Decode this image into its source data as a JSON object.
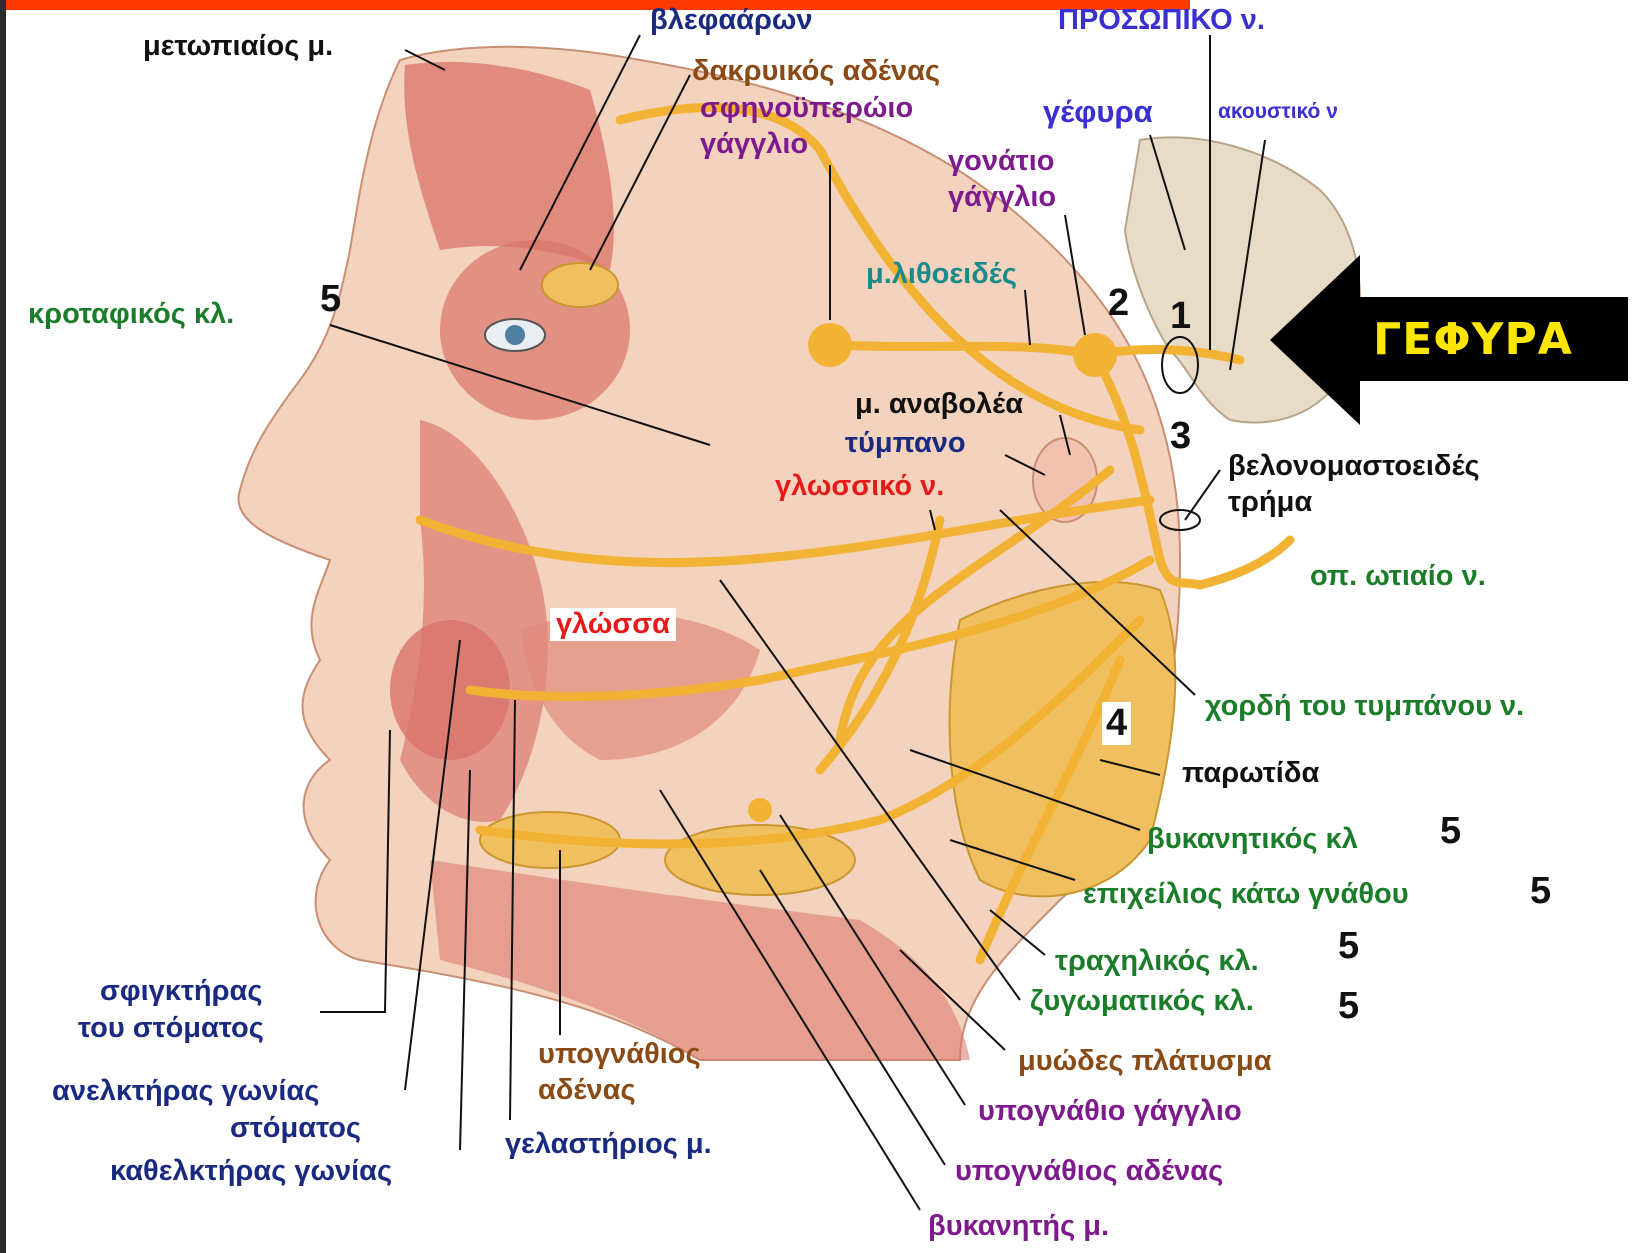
{
  "colors": {
    "nerve": "#f2b233",
    "muscle": "#d9736a",
    "gland": "#f0c060",
    "brainstem": "#e8dcc8",
    "skin": "#f3d3bd",
    "accent_bar": "#ff3a00",
    "tag_bg": "#000000",
    "tag_text": "#ffe600"
  },
  "labels": {
    "metopiaios": "μετωπιαίος μ.",
    "blefaron": "βλεφαάρων",
    "prosopiko": "ΠΡΟΣΩΠΙΚΟ ν.",
    "dakryikos": "δακρυικός αδένας",
    "sfinoyperoio_1": "σφηνοϋπερώιο",
    "sfinoyperoio_2": "γάγγλιο",
    "gefyra_small": "γέφυρα",
    "akoustiko": "ακουστικό ν",
    "gonatio_1": "γονάτιο",
    "gonatio_2": "γάγγλιο",
    "lithoeides": "μ.λιθοειδές",
    "krotafikos": "κροταφικός κλ.",
    "anavolea": "μ. αναβολέα",
    "tympano": "τύμπανο",
    "glossiko": "γλωσσικό ν.",
    "velonomastoeides_1": "βελονομαστοειδές",
    "velonomastoeides_2": "τρήμα",
    "opisthio_otiaio": "οπ. ωτιαίο ν.",
    "glossa": "γλώσσα",
    "chordi": "χορδή του τυμπάνου ν.",
    "parotida": "παρωτίδα",
    "vykanitikos": "βυκανητικός κλ",
    "epicheilios": "επιχείλιος κάτω γνάθου",
    "trachilikos": "τραχηλικός κλ.",
    "zygomatikos": "ζυγωματικός κλ.",
    "myodes": "μυώδες πλάτυσμα",
    "ypognathio_gagglio": "υπογνάθιο γάγγλιο",
    "ypognathios_adenas": "υπογνάθιος αδένας",
    "vykanitis": "βυκανητής μ.",
    "ypognathios_1": "υπογνάθιος",
    "ypognathios_2": "αδένας",
    "gelastirios": "γελαστήριος μ.",
    "sfigktiras_1": "σφιγκτήρας",
    "sfigktiras_2": "του στόματος",
    "anelktiras_1": "ανελκτήρας γωνίας",
    "anelktiras_2": "στόματος",
    "kathelktiras": "καθελκτήρας γωνίας"
  },
  "numbers": {
    "n1": "1",
    "n2": "2",
    "n3": "3",
    "n4": "4",
    "n5": "5"
  },
  "tag": {
    "text": "ΓΕΦΥΡΑ"
  }
}
